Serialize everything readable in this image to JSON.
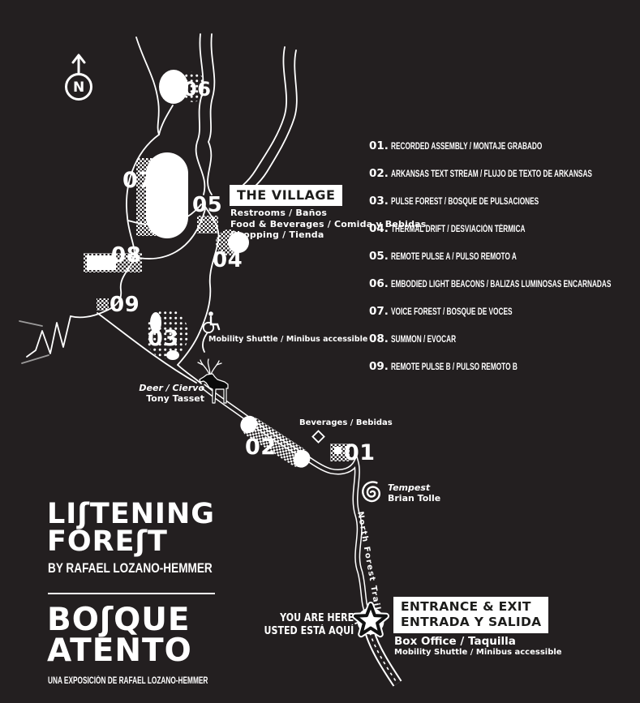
{
  "colors": {
    "background": "#231f20",
    "ink": "#ffffff",
    "panel_text": "#1d1d1b"
  },
  "compass": {
    "label": "N"
  },
  "legend": {
    "items": [
      {
        "num": "01.",
        "label": "RECORDED ASSEMBLY / MONTAJE GRABADO"
      },
      {
        "num": "02.",
        "label": "ARKANSAS TEXT STREAM / FLUJO DE TEXTO DE ARKANSAS"
      },
      {
        "num": "03.",
        "label": "PULSE FOREST / BOSQUE DE PULSACIONES"
      },
      {
        "num": "04.",
        "label": "THERMAL DRIFT / DESVIACIÓN TÉRMICA"
      },
      {
        "num": "05.",
        "label": "REMOTE PULSE A / PULSO REMOTO A"
      },
      {
        "num": "06.",
        "label": "EMBODIED LIGHT BEACONS / BALIZAS LUMINOSAS ENCARNADAS"
      },
      {
        "num": "07.",
        "label": "VOICE FOREST / BOSQUE DE VOCES"
      },
      {
        "num": "08.",
        "label": "SUMMON / EVOCAR"
      },
      {
        "num": "09.",
        "label": "REMOTE PULSE B / PULSO REMOTO B"
      }
    ]
  },
  "map": {
    "stop_labels": [
      "01",
      "02",
      "03",
      "04",
      "05",
      "06",
      "07",
      "08",
      "09"
    ],
    "trail_name": "North Forest Trail"
  },
  "village": {
    "title": "THE VILLAGE",
    "lines": [
      "Restrooms / Baños",
      "Food & Beverages / Comida y Bebidas",
      "Shopping / Tienda"
    ]
  },
  "notes": {
    "mobility_shuttle": "Mobility Shuttle / Minibus accessible",
    "beverages": "Beverages / Bebidas"
  },
  "artworks": {
    "deer": {
      "title": "Deer / Ciervo",
      "artist": "Tony Tasset"
    },
    "tempest": {
      "title": "Tempest",
      "artist": "Brian Tolle"
    }
  },
  "entrance": {
    "you_are_here_l1": "YOU ARE HERE",
    "you_are_here_l2": "USTED ESTÁ AQUÍ",
    "box_l1": "ENTRANCE & EXIT",
    "box_l2": "ENTRADA Y SALIDA",
    "box_office": "Box Office / Taquilla",
    "mobility": "Mobility Shuttle / Minibus accessible"
  },
  "branding": {
    "title_en_l1": "LIʃTENING",
    "title_en_l2": "FOREʃT",
    "byline": "BY RAFAEL LOZANO-HEMMER",
    "title_es_l1": "BOʃQUE",
    "title_es_l2": "ATENTO",
    "credit": "UNA EXPOSICIÓN DE RAFAEL LOZANO-HEMMER"
  }
}
